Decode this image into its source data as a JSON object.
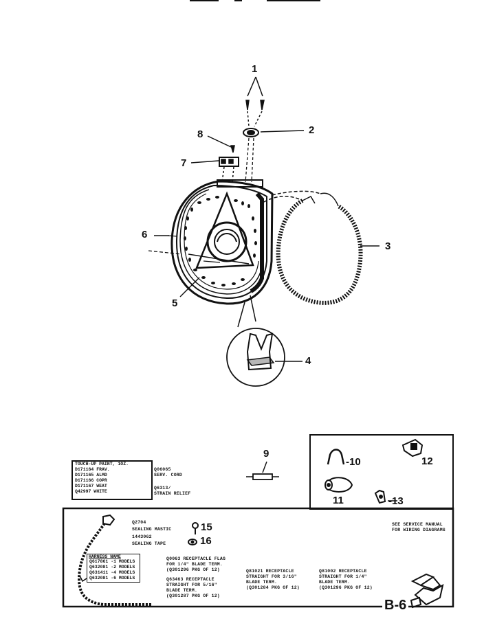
{
  "callouts": {
    "c1": "1",
    "c2": "2",
    "c3": "3",
    "c4": "4",
    "c5": "5",
    "c6": "6",
    "c7": "7",
    "c8": "8",
    "c9": "9",
    "c10": "-10",
    "c11": "11",
    "c12": "12",
    "c13": "-13",
    "c15": "15",
    "c16": "16"
  },
  "paint": {
    "title": "TOUCH-UP PAINT, 1OZ.",
    "rows": [
      "D171164 FRAV.",
      "D171165 ALMD",
      "D171166 COPR",
      "D171167 WEAT",
      "Q42997 WHITE"
    ]
  },
  "cord": {
    "part": "Q06065",
    "desc": "SERV. CORD"
  },
  "strain": {
    "part": "Q6313/",
    "desc": "STRAIN RELIEF"
  },
  "mastic": {
    "part": "Q2704",
    "desc": "SEALING MASTIC"
  },
  "tape": {
    "part": "1443062",
    "desc": "SEALING TAPE"
  },
  "harness": {
    "title": "HARNESS NAME",
    "rows": [
      "Q617861 -1 MODELS",
      "Q632081 -2 MODELS",
      "Q631411 -4 MODELS",
      "Q632081 -6 MODELS"
    ]
  },
  "receptacles": {
    "r1": [
      "Q0063 RECEPTACLE FLAG",
      "FOR 1/4\" BLADE TERM.",
      "(Q301296 PKG OF 12)"
    ],
    "r2": [
      "Q63463 RECEPTACLE",
      "STRAIGHT FOR 5/16\"",
      "BLADE TERM.",
      "(Q301287 PKG OF 12)"
    ],
    "r3": [
      "Q81021 RECEPTACLE",
      "STRAIGHT FOR 3/16\"",
      "BLADE TERM.",
      "(Q301284 PKG OF 12)"
    ],
    "r4": [
      "Q81002 RECEPTACLE",
      "STRAIGHT FOR 1/4\"",
      "BLADE TERM.",
      "(Q301296 PKG OF 12)"
    ]
  },
  "manual_note": [
    "SEE SERVICE MANUAL",
    "FOR WIRING DIAGRAMS"
  ],
  "page_label": "B-6",
  "colors": {
    "ink": "#111111",
    "paper": "#ffffff"
  }
}
